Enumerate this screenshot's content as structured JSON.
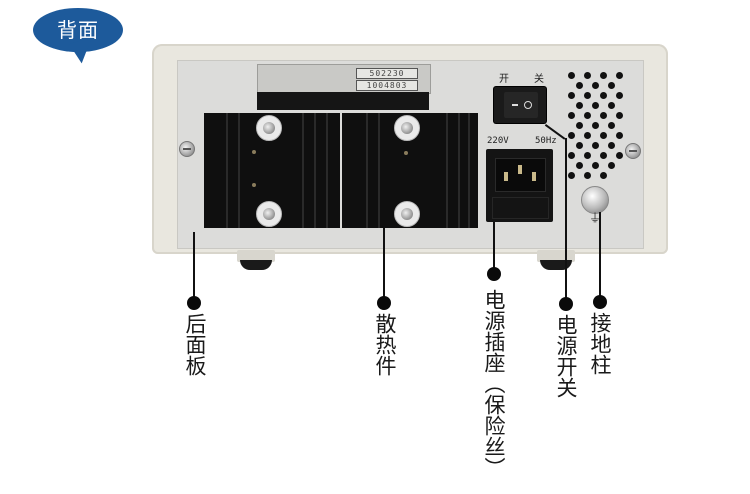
{
  "badge": {
    "label": "背面",
    "color": "#1d5a9b"
  },
  "device": {
    "nameplate": {
      "code_top": "502230",
      "code_bottom": "1004803"
    },
    "switch": {
      "label_on": "开",
      "label_off": "关",
      "symbol_on": "—",
      "symbol_off": "○"
    },
    "socket": {
      "voltage": "220V",
      "frequency": "50Hz"
    },
    "ground_symbol": "⏚"
  },
  "callouts": [
    {
      "id": "rear-panel",
      "label": "后面板"
    },
    {
      "id": "heatsink",
      "label": "散热件"
    },
    {
      "id": "power-socket",
      "label": "电源插座（保险丝）"
    },
    {
      "id": "power-switch",
      "label": "电源开关"
    },
    {
      "id": "ground-post",
      "label": "接地柱"
    }
  ]
}
